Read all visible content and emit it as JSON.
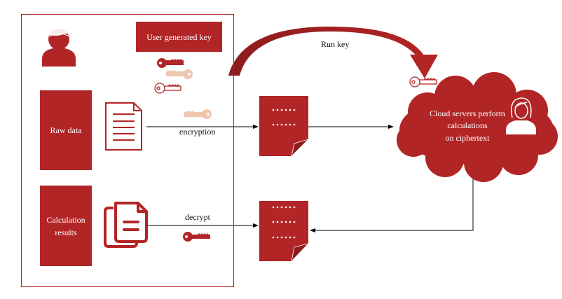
{
  "diagram": {
    "user_panel": {
      "key_label": "User generated key",
      "raw_data_label": "Raw data",
      "calc_results_label": "Calculation results"
    },
    "arrows": {
      "run_key_label": "Run key",
      "encryption_label": "encryption",
      "decrypt_label": "decrypt"
    },
    "cloud": {
      "line1": "Cloud servers perform",
      "line2": "calculations",
      "line3": "on ciphertext"
    },
    "ciphertext_docs": {
      "upper_dot_rows": 2,
      "lower_dot_rows": 3
    },
    "colors": {
      "primary_red": "#b22526",
      "dark_red": "#8c1b1b",
      "key_light": "#f0c6ae",
      "line": "#000000"
    }
  }
}
